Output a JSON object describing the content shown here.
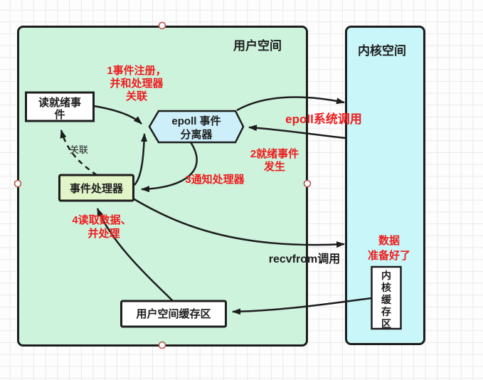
{
  "panels": {
    "user_space": {
      "label": "用户空间"
    },
    "kernel_space": {
      "label": "内核空间"
    }
  },
  "nodes": {
    "read_ready_event": {
      "lines": [
        "读就绪事",
        "件"
      ]
    },
    "epoll_demultiplexer": {
      "lines": [
        "epoll 事件",
        "分离器"
      ]
    },
    "event_handler": {
      "label": "事件处理器"
    },
    "user_space_buffer": {
      "label": "用户空间缓存区"
    },
    "kernel_buffer": {
      "chars": [
        "内",
        "核",
        "缓",
        "存",
        "区"
      ]
    }
  },
  "annotations": {
    "step1_register": {
      "lines": [
        "1事件注册，",
        "并和处理器",
        "关联"
      ]
    },
    "assoc_link": {
      "label": "关联"
    },
    "epoll_syscall": {
      "label": "epoll系统调用"
    },
    "step2_ready": {
      "lines": [
        "2就绪事件",
        "发生"
      ]
    },
    "step3_notify": {
      "label": "3通知处理器"
    },
    "step4_read": {
      "lines": [
        "4读取数据、",
        "并处理"
      ]
    },
    "recvfrom_call": {
      "label": "recvfrom调用"
    },
    "data_ready": {
      "lines": [
        "数据",
        "准备好了"
      ]
    }
  },
  "colors": {
    "panel_user_fill": "#cdf3dc",
    "panel_kernel_fill": "#c9f6f8",
    "hexagon_fill": "#cdeffa",
    "handler_fill": "#e2f5c8",
    "box_fill": "#ffffff",
    "stroke": "#1d1d1d",
    "red": "#ee1c1e",
    "black_text": "#1d1d1d",
    "handle_stroke": "#b85450",
    "handle_fill": "#ffffff"
  }
}
